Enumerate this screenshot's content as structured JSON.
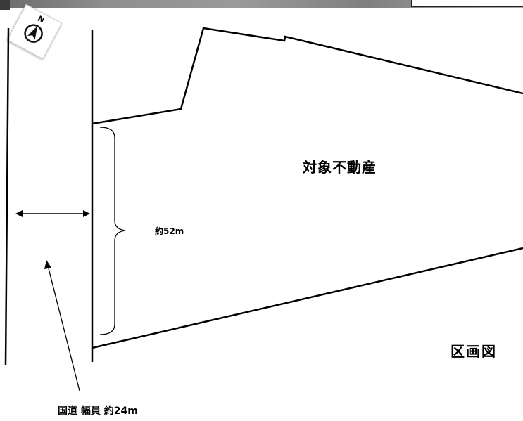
{
  "compass": {
    "north_letter": "N",
    "icon": "north-arrow-icon"
  },
  "labels": {
    "property": "対象不動産",
    "frontage": "約52m",
    "road": "国道  幅員 約24m",
    "legend": "区画図"
  },
  "colors": {
    "line": "#000000",
    "background": "#ffffff"
  }
}
